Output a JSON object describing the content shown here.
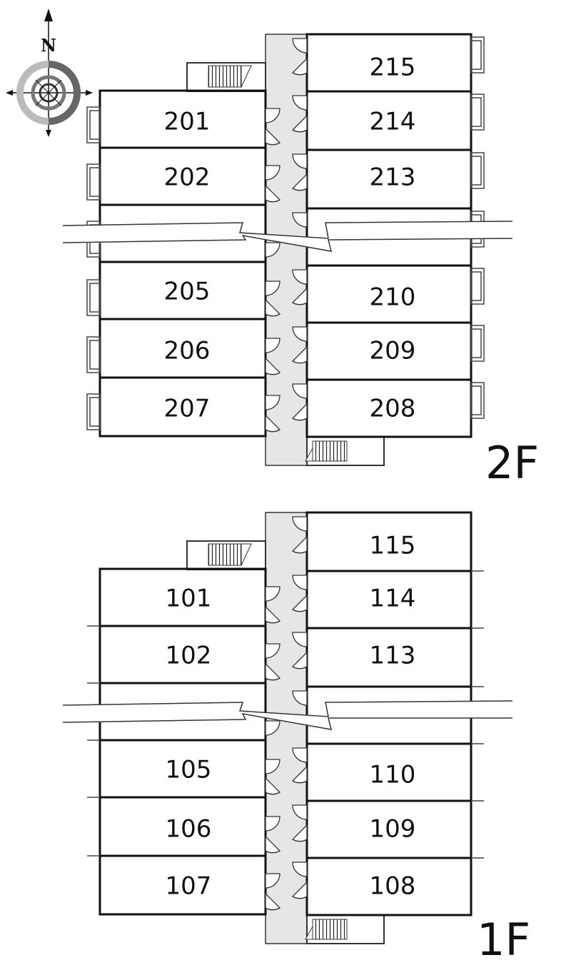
{
  "compass": {
    "north_label": "N",
    "icon": "compass-rose-icon"
  },
  "floors": [
    {
      "id": "2f",
      "label": "2F",
      "west_units": [
        "201",
        "202",
        "",
        "205",
        "206",
        "207"
      ],
      "east_units": [
        "215",
        "214",
        "213",
        "",
        "210",
        "209",
        "208"
      ]
    },
    {
      "id": "1f",
      "label": "1F",
      "west_units": [
        "101",
        "102",
        "",
        "105",
        "106",
        "107"
      ],
      "east_units": [
        "115",
        "114",
        "113",
        "",
        "110",
        "109",
        "108"
      ]
    }
  ],
  "colors": {
    "wall": "#111111",
    "corridor": "#e6e6e6",
    "background": "#ffffff"
  }
}
